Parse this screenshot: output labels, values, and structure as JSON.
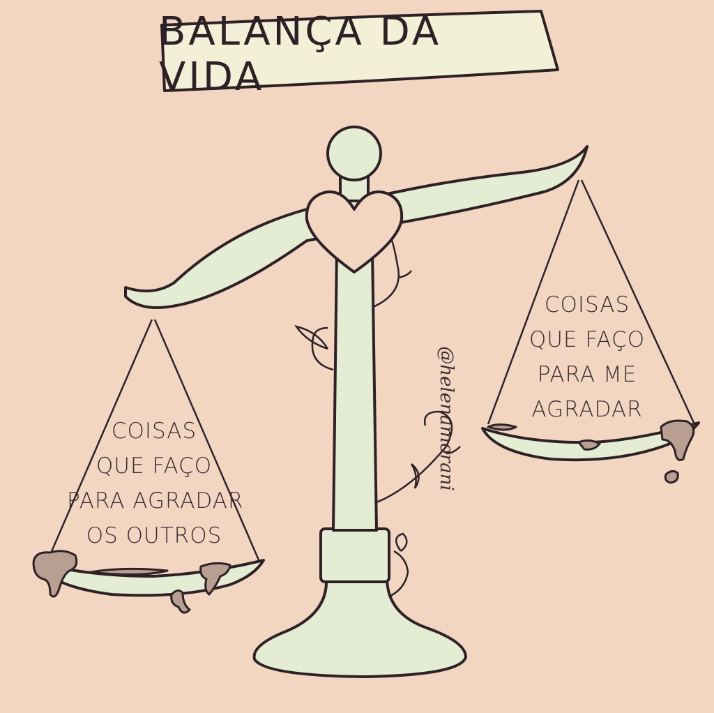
{
  "title": "BALANÇA DA VIDA",
  "left_pan": {
    "lines": [
      "COISAS",
      "QUE FAÇO",
      "PARA AGRADAR",
      "OS OUTROS"
    ]
  },
  "right_pan": {
    "lines": [
      "COISAS",
      "QUE FAÇO",
      "PARA ME",
      "AGRADAR"
    ]
  },
  "signature": "@helenamorani",
  "colors": {
    "background": "#f2d6c2",
    "scale_fill": "#e4ecd3",
    "outline": "#2e2126",
    "drip": "#b89f92",
    "banner": "#f3f0d8"
  }
}
